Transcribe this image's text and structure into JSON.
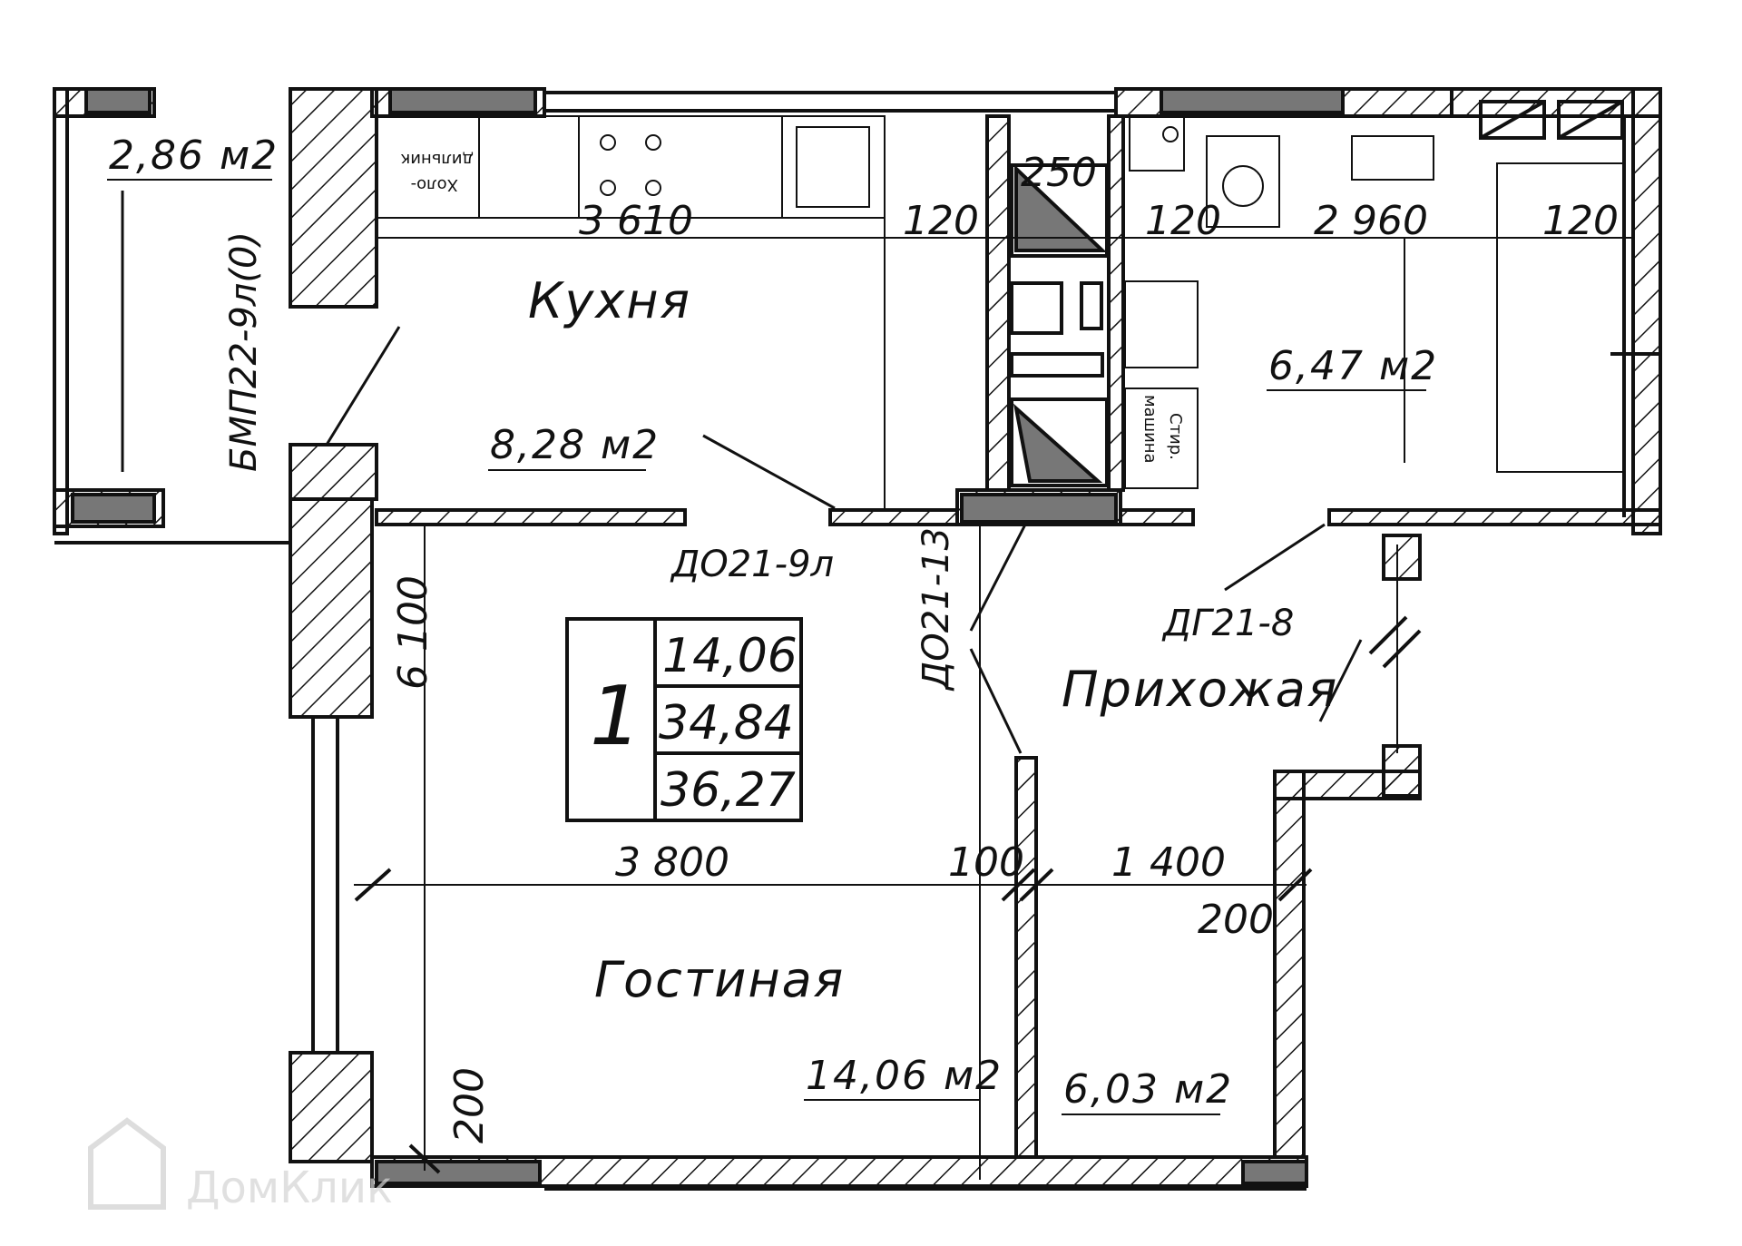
{
  "rooms": {
    "balcony": {
      "area": "2,86 м2"
    },
    "kitchen": {
      "name": "Кухня",
      "area": "8,28 м2"
    },
    "bathroom": {
      "area": "6,47 м2"
    },
    "hall": {
      "name": "Прихожая"
    },
    "living": {
      "name": "Гостиная",
      "area": "14,06 м2"
    },
    "closet": {
      "area": "6,03 м2"
    }
  },
  "dimensions": {
    "kitchen_width": "3 610",
    "wall1": "120",
    "wall2": "120",
    "bath_width": "2 960",
    "wall3": "120",
    "living_depth": "6 100",
    "living_width": "3 800",
    "partition": "100",
    "closet_width": "1 400",
    "closet_wall": "200",
    "outer_wall": "200"
  },
  "doors": {
    "balcony_door": "БМП22-9л(0)",
    "kitchen_door": "ДО21-9л",
    "living_door": "ДО21-13",
    "bath_door": "ДГ21-8"
  },
  "appliances": {
    "fridge_line1": "Холо-",
    "fridge_line2": "дильник",
    "washer_line1": "Стир.",
    "washer_line2": "машина",
    "stove_mark": "250"
  },
  "summary": {
    "rooms_count": "1",
    "living_area": "14,06",
    "total_area": "34,84",
    "total_with_balcony": "36,27"
  },
  "watermark": "ДомКлик"
}
